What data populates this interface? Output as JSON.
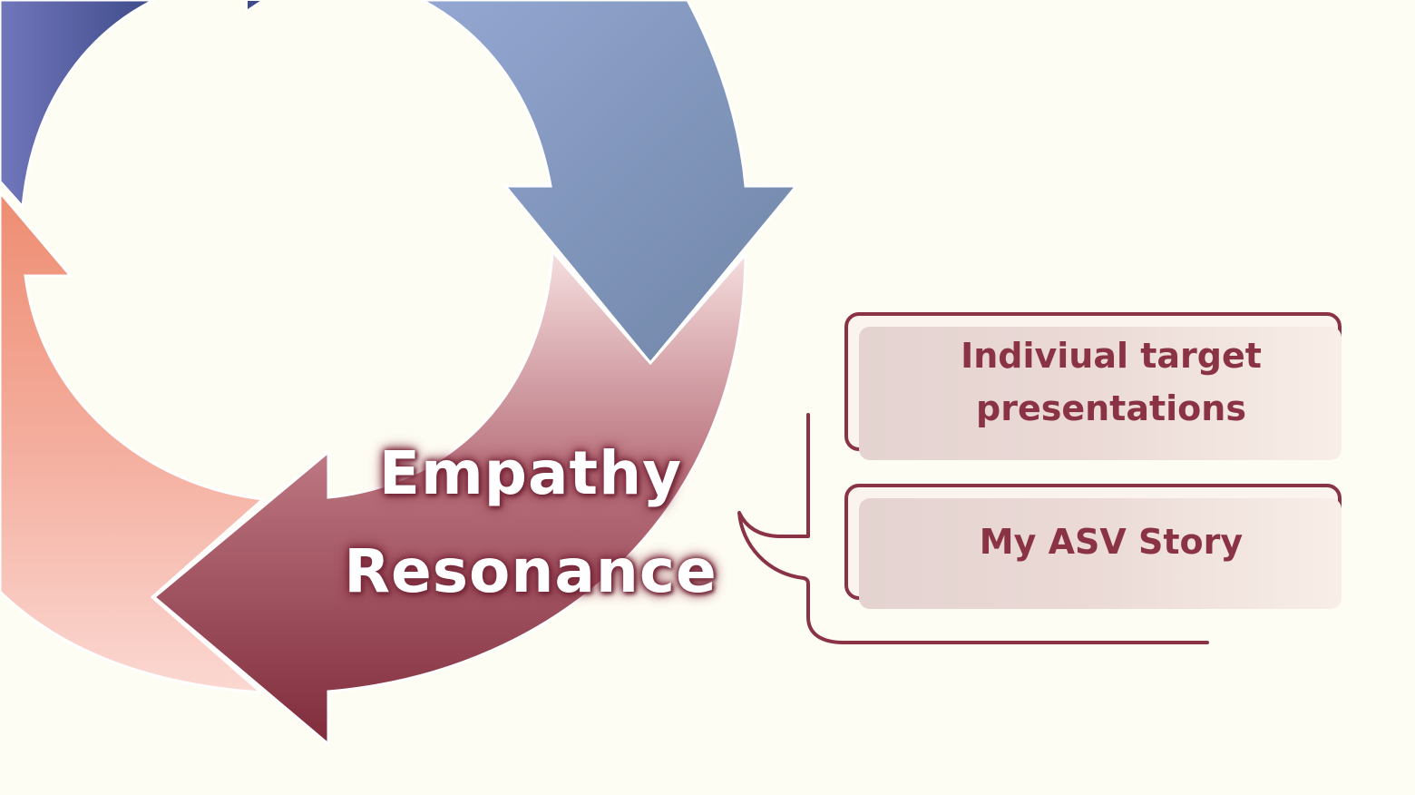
{
  "diagram": {
    "center_label_lines": [
      "Empathy",
      "Resonance"
    ],
    "callouts": [
      {
        "label": "Indiviual  target\npresentations"
      },
      {
        "label": "My ASV Story"
      }
    ],
    "colors": {
      "background": "#fefdf4",
      "accent": "#8a3345",
      "arrow_blue_light": "#8fa3cf",
      "arrow_blue_dark": "#4a5a96",
      "arrow_slate": "#7489ab",
      "arrow_rose_light": "#f4d6d6",
      "arrow_rose_dark": "#84303f",
      "arrow_salmon": "#f09a84",
      "arrow_salmon_light": "#fbd4cd"
    }
  }
}
